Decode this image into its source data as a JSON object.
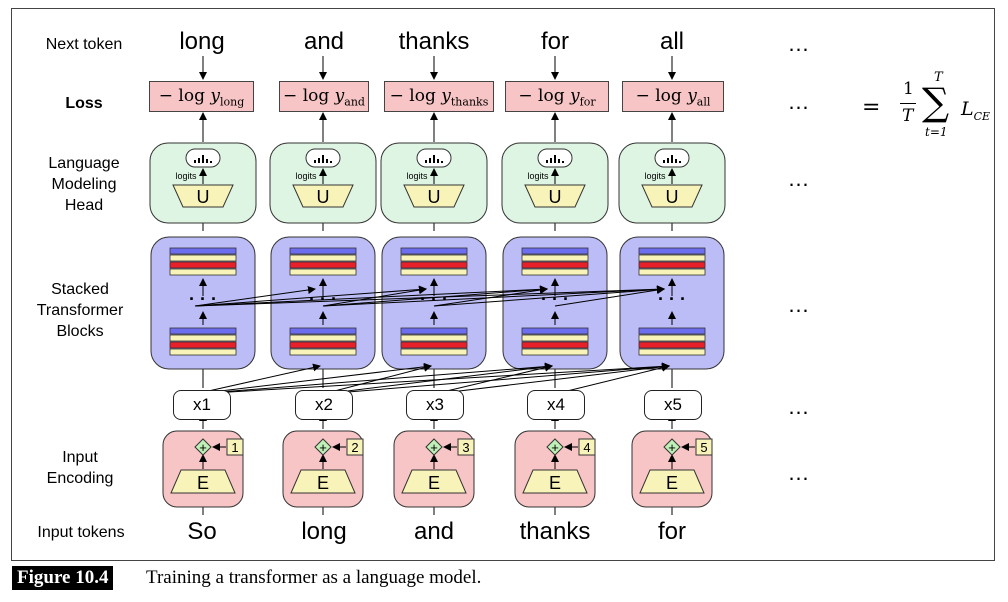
{
  "row_labels": {
    "next_token": "Next token",
    "loss": "Loss",
    "lm_head": [
      "Language",
      "Modeling",
      "Head"
    ],
    "stacked": [
      "Stacked",
      "Transformer",
      "Blocks"
    ],
    "input_encoding": [
      "Input",
      "Encoding"
    ],
    "input_tokens": "Input tokens"
  },
  "columns": [
    {
      "input": "So",
      "next": "long",
      "x": "x1",
      "pos": "1",
      "loss_sub": "long"
    },
    {
      "input": "long",
      "next": "and",
      "x": "x2",
      "pos": "2",
      "loss_sub": "and"
    },
    {
      "input": "and",
      "next": "thanks",
      "x": "x3",
      "pos": "3",
      "loss_sub": "thanks"
    },
    {
      "input": "thanks",
      "next": "for",
      "x": "x4",
      "pos": "4",
      "loss_sub": "for"
    },
    {
      "input": "for",
      "next": "all",
      "x": "x5",
      "pos": "5",
      "loss_sub": "all"
    }
  ],
  "labels": {
    "unembed": "U",
    "embed": "E",
    "logits": "logits",
    "plus": "+",
    "ellipsis": "…",
    "loss_prefix": "− log ",
    "loss_var": "y"
  },
  "formula": {
    "equals": "=",
    "numerator": "1",
    "denominator": "T",
    "sum_symbol": "∑",
    "sum_upper": "T",
    "sum_lower": "t=1",
    "term": "L",
    "term_sub": "CE"
  },
  "caption": {
    "tag": "Figure 10.4",
    "text": "Training a transformer as a language model."
  },
  "colors": {
    "pink": "#f7c5c5",
    "green": "#dff5e3",
    "purple": "#bcbcf6",
    "yellow": "#f8f3b8",
    "blue_bar": "#6d6df0",
    "red_bar": "#e8202a",
    "node_green": "#bff0b8"
  }
}
